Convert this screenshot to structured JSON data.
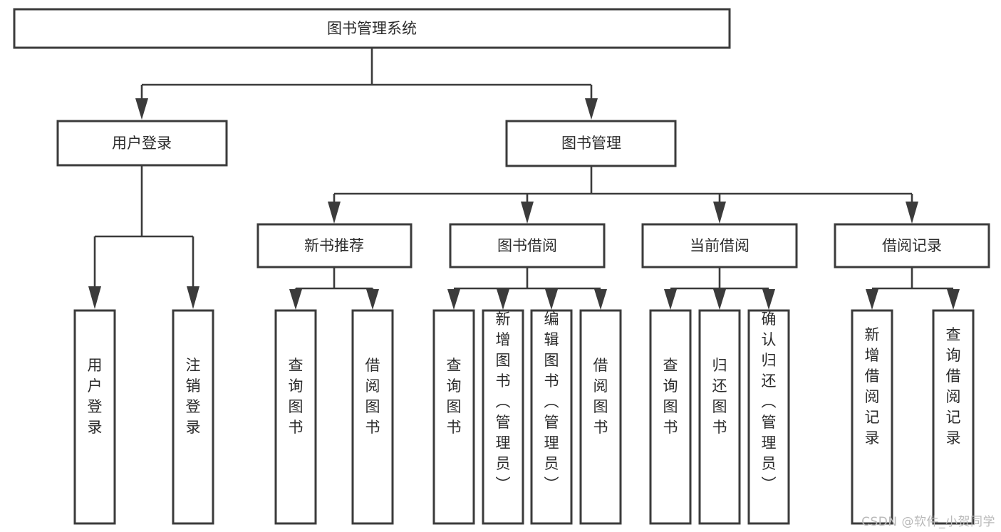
{
  "diagram": {
    "title": "图书管理系统",
    "type": "tree",
    "watermark": "CSDN @软件_小贺同学",
    "colors": {
      "stroke": "#3b3b3b",
      "fill": "#ffffff",
      "text": "#2b2b2b",
      "watermark": "#b9b9b9",
      "background": "#ffffff"
    },
    "root": {
      "label": "图书管理系统"
    },
    "level2": [
      {
        "label": "用户登录"
      },
      {
        "label": "图书管理"
      }
    ],
    "level3": [
      {
        "label": "新书推荐"
      },
      {
        "label": "图书借阅"
      },
      {
        "label": "当前借阅"
      },
      {
        "label": "借阅记录"
      }
    ],
    "leaves": {
      "user_login": [
        {
          "label": "用户登录"
        },
        {
          "label": "注销登录"
        }
      ],
      "new_book": [
        {
          "label": "查询图书"
        },
        {
          "label": "借阅图书"
        }
      ],
      "book_borrow": [
        {
          "label": "查询图书"
        },
        {
          "label": "新增图书（管理员）"
        },
        {
          "label": "编辑图书（管理员）"
        },
        {
          "label": "借阅图书"
        }
      ],
      "current_borrow": [
        {
          "label": "查询图书"
        },
        {
          "label": "归还图书"
        },
        {
          "label": "确认归还（管理员）"
        }
      ],
      "borrow_record": [
        {
          "label": "新增借阅记录"
        },
        {
          "label": "查询借阅记录"
        }
      ]
    }
  }
}
